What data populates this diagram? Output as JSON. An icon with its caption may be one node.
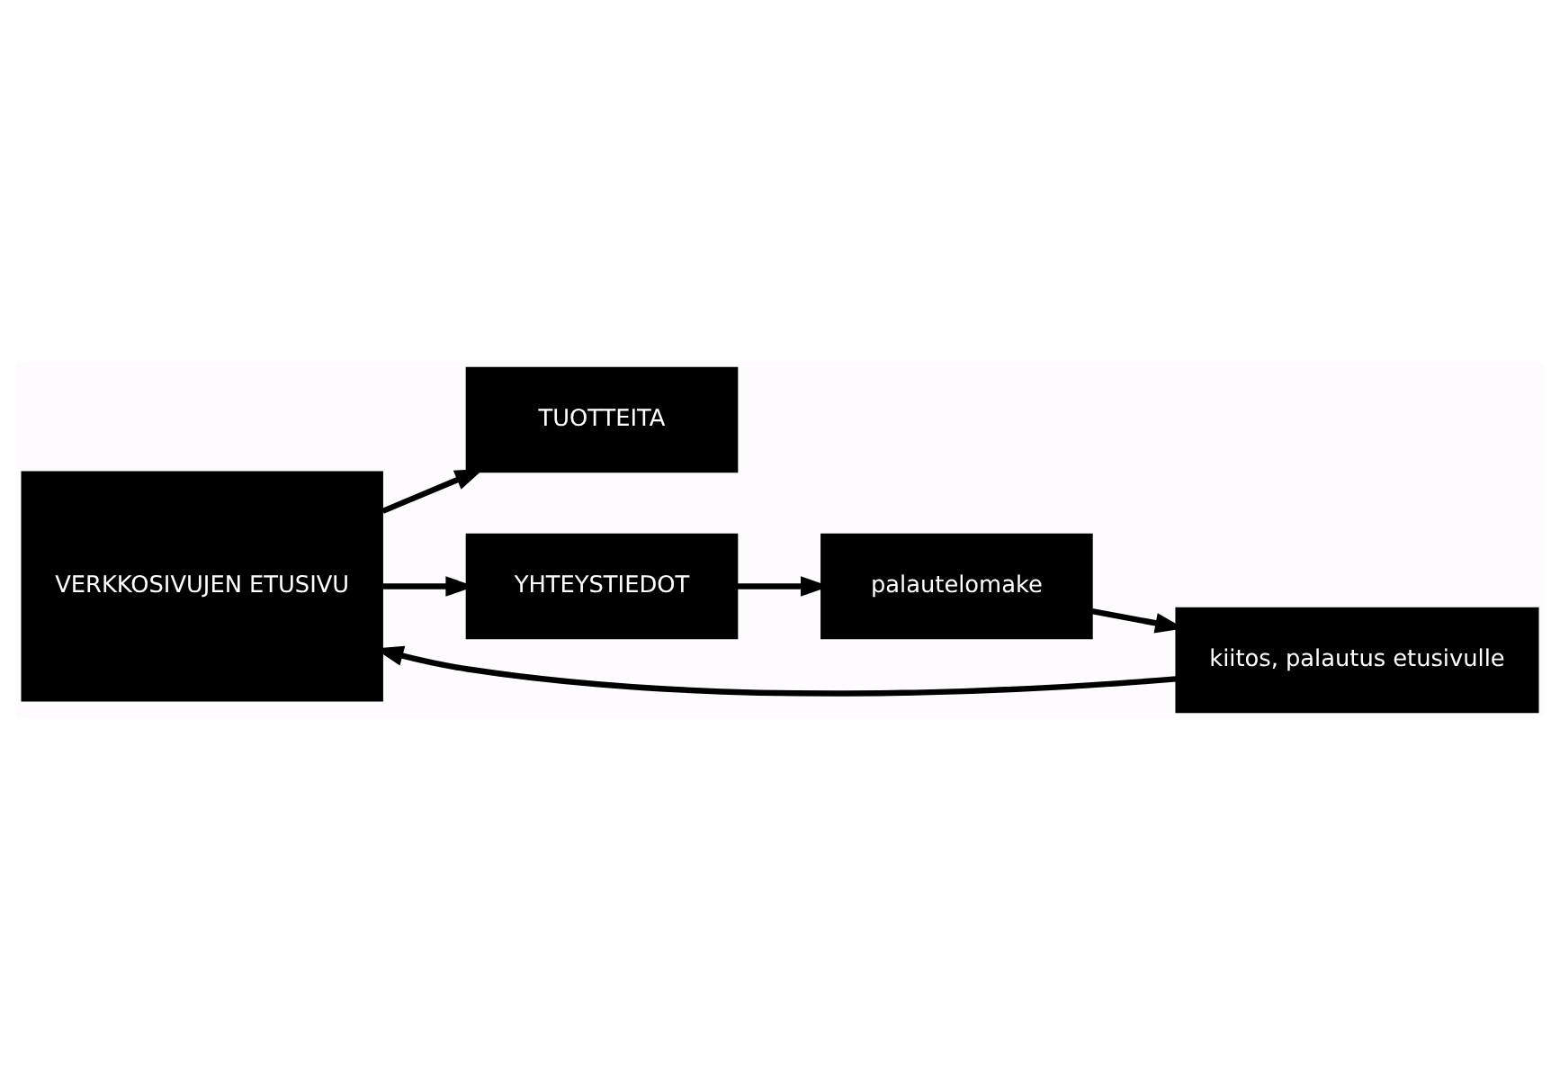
{
  "diagram": {
    "nodes": [
      {
        "text": [
          "VERKKOSIVUJEN ETUSIVU"
        ]
      },
      {
        "text": [
          "TUOTTEITA"
        ]
      },
      {
        "text": [
          "YHTEYSTIEDOT"
        ]
      },
      {
        "text": [
          "palautelomake"
        ]
      },
      {
        "text": [
          "kiitos, palautus etusivulle"
        ]
      }
    ],
    "edges": [
      {
        "from": 0,
        "to": 1,
        "arrow": "to"
      },
      {
        "from": 0,
        "to": 2,
        "arrow": "to"
      },
      {
        "from": 2,
        "to": 3,
        "arrow": "to"
      },
      {
        "from": 3,
        "to": 4,
        "arrow": "to"
      },
      {
        "from": 4,
        "to": 0,
        "arrow": "to"
      }
    ]
  }
}
